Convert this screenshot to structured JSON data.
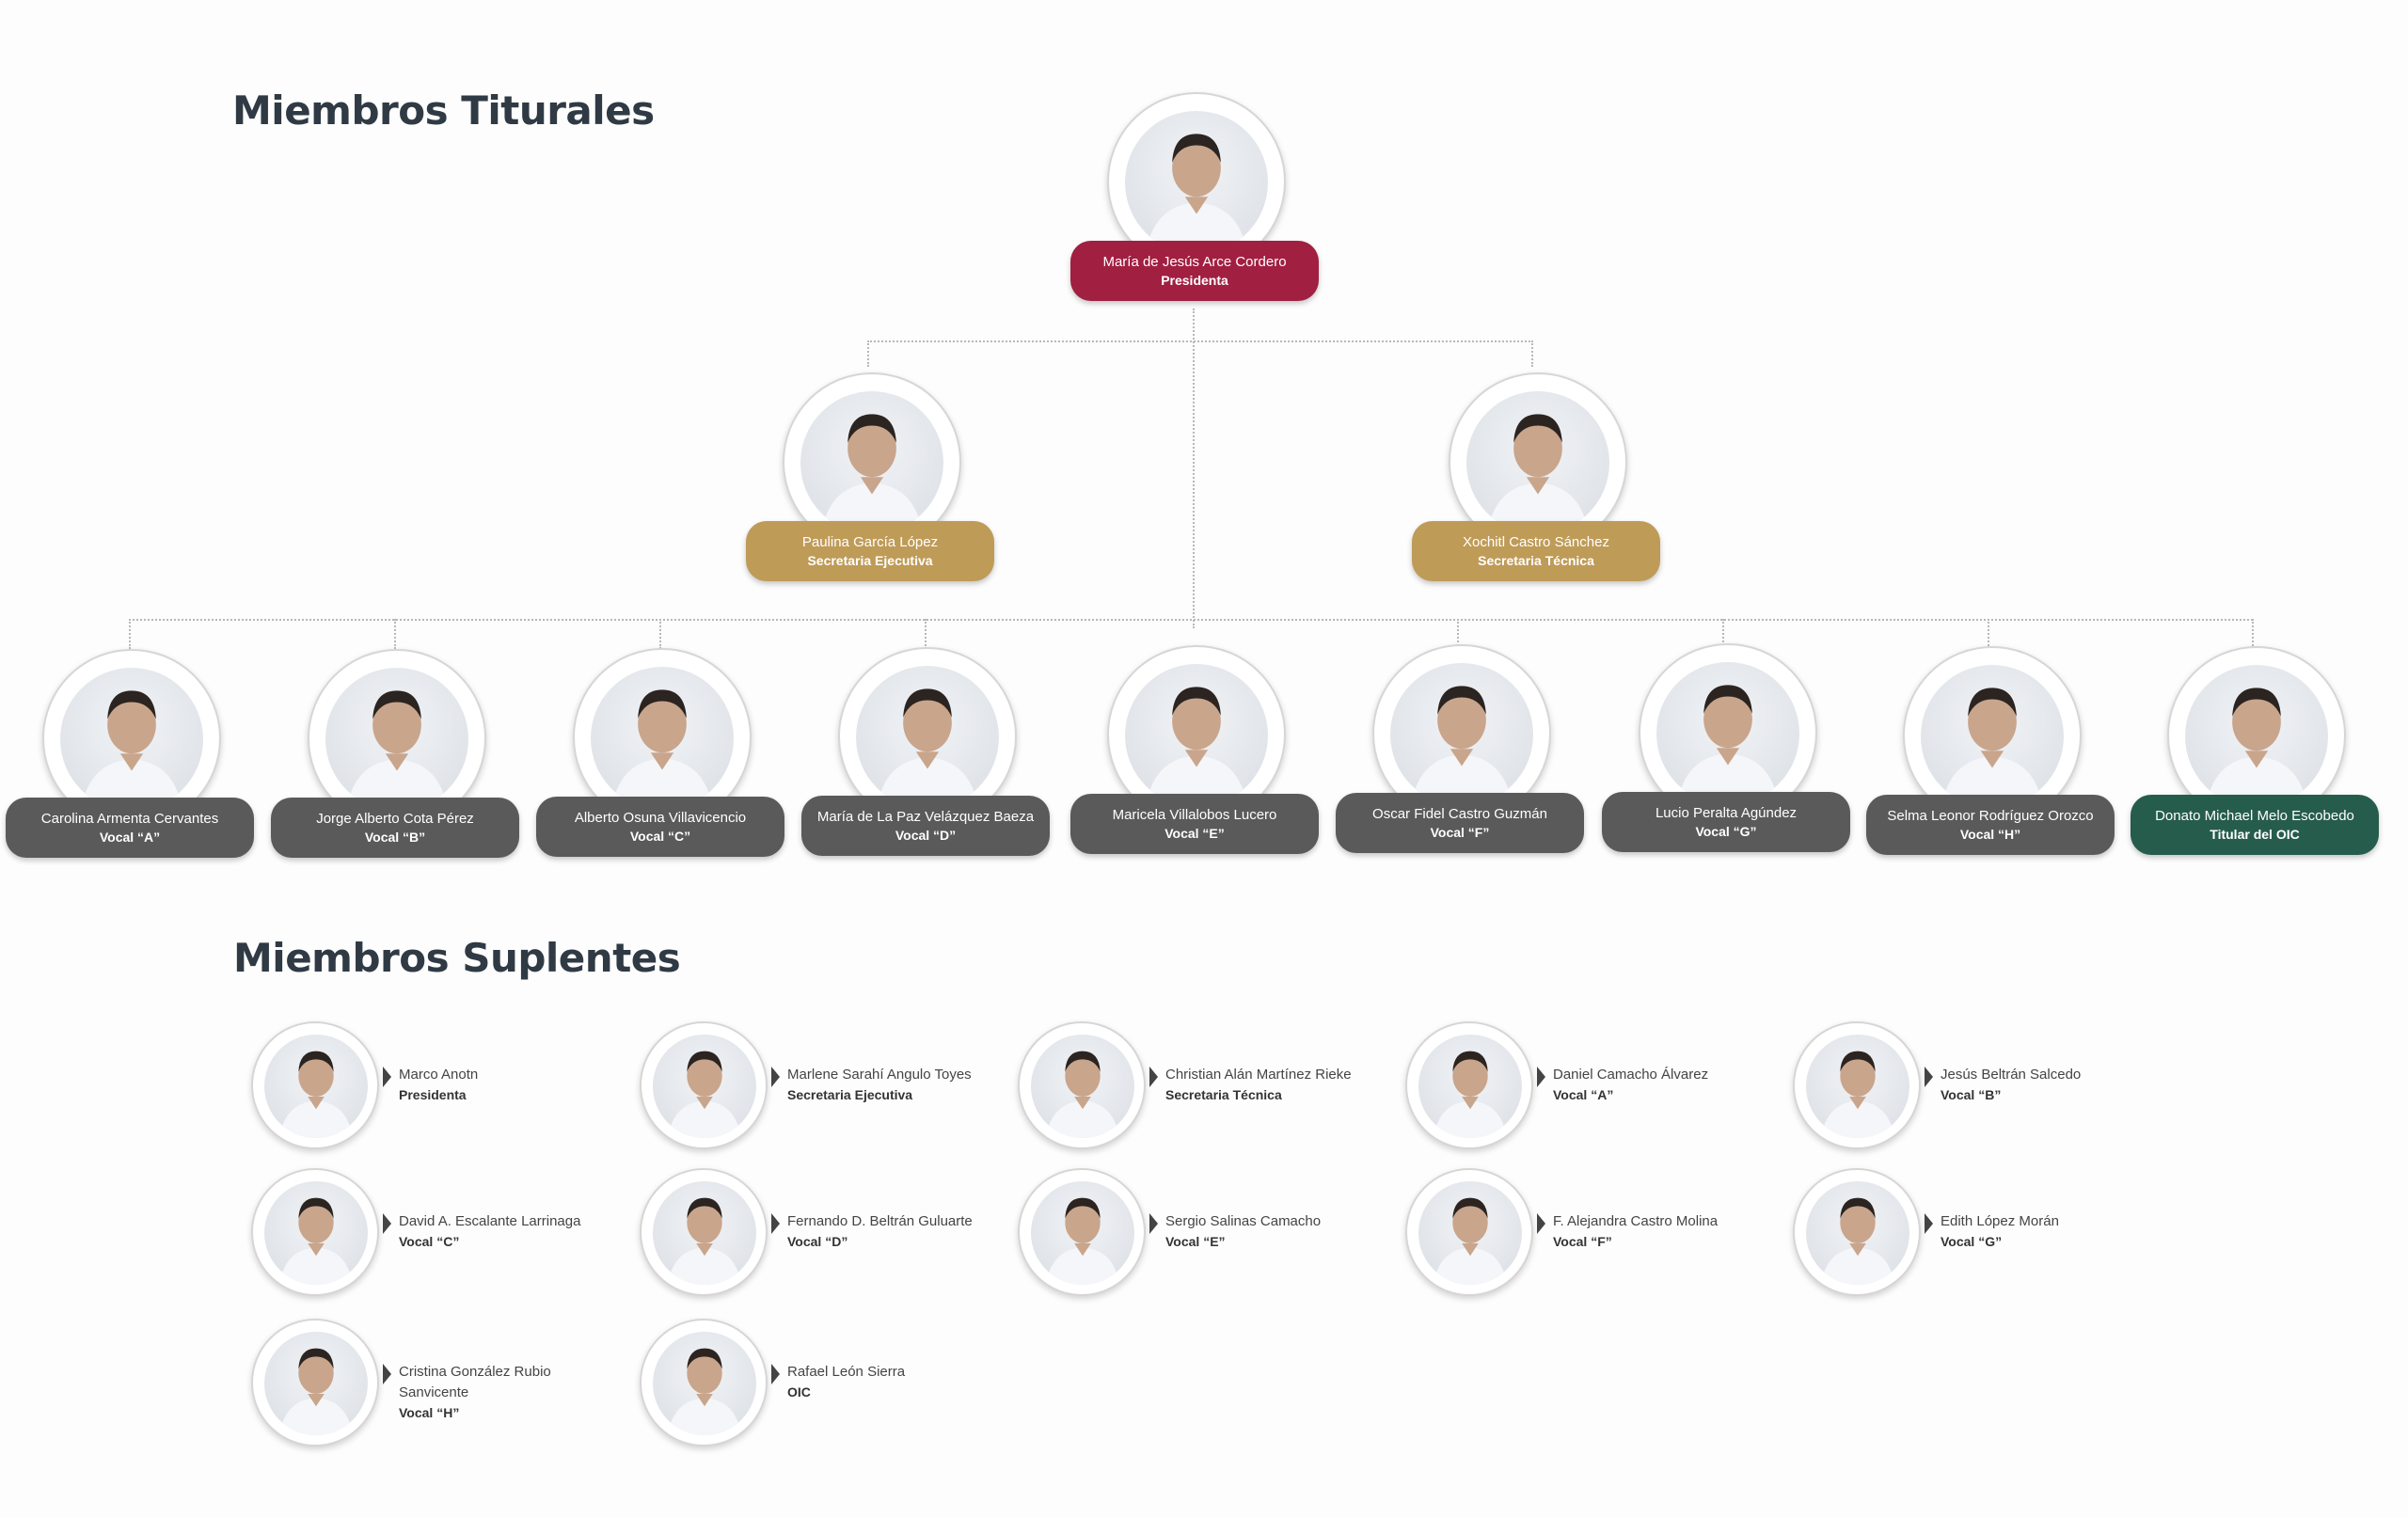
{
  "headings": {
    "titulares": "Miembros Titurales",
    "suplentes": "Miembros Suplentes"
  },
  "titulares": {
    "presidenta": {
      "name": "María de Jesús Arce Cordero",
      "role": "Presidenta",
      "color": "#a11f41"
    },
    "secretarias": [
      {
        "name": "Paulina García López",
        "role": "Secretaria Ejecutiva",
        "color": "#bf9b58"
      },
      {
        "name": "Xochitl Castro Sánchez",
        "role": "Secretaria Técnica",
        "color": "#bf9b58"
      }
    ],
    "vocales": [
      {
        "name": "Carolina Armenta Cervantes",
        "role": "Vocal “A”",
        "color": "#5a5a5a"
      },
      {
        "name": "Jorge Alberto Cota Pérez",
        "role": "Vocal “B”",
        "color": "#5a5a5a"
      },
      {
        "name": "Alberto Osuna Villavicencio",
        "role": "Vocal “C”",
        "color": "#5a5a5a"
      },
      {
        "name": "María de La Paz Velázquez Baeza",
        "role": "Vocal “D”",
        "color": "#5a5a5a"
      },
      {
        "name": "Maricela Villalobos Lucero",
        "role": "Vocal “E”",
        "color": "#5a5a5a"
      },
      {
        "name": "Oscar Fidel Castro Guzmán",
        "role": "Vocal “F”",
        "color": "#5a5a5a"
      },
      {
        "name": "Lucio Peralta Agúndez",
        "role": "Vocal “G”",
        "color": "#5a5a5a"
      },
      {
        "name": "Selma Leonor Rodríguez Orozco",
        "role": "Vocal “H”",
        "color": "#5a5a5a"
      },
      {
        "name": "Donato Michael Melo Escobedo",
        "role": "Titular del OIC",
        "color": "#265c4b"
      }
    ]
  },
  "suplentes": [
    {
      "name": "Marco Anotn",
      "role": "Presidenta"
    },
    {
      "name": "Marlene Sarahí Angulo Toyes",
      "role": "Secretaria Ejecutiva"
    },
    {
      "name": "Christian Alán Martínez Rieke",
      "role": "Secretaria Técnica"
    },
    {
      "name": "Daniel Camacho Álvarez",
      "role": "Vocal “A”"
    },
    {
      "name": "Jesús Beltrán Salcedo",
      "role": "Vocal “B”"
    },
    {
      "name": "David A. Escalante Larrinaga",
      "role": "Vocal “C”"
    },
    {
      "name": "Fernando D. Beltrán Guluarte",
      "role": "Vocal “D”"
    },
    {
      "name": "Sergio Salinas Camacho",
      "role": "Vocal “E”"
    },
    {
      "name": "F. Alejandra Castro Molina",
      "role": "Vocal “F”"
    },
    {
      "name": "Edith López Morán",
      "role": "Vocal “G”"
    },
    {
      "name": "Cristina González Rubio Sanvicente",
      "role": "Vocal “H”"
    },
    {
      "name": "Rafael León Sierra",
      "role": "OIC"
    }
  ]
}
